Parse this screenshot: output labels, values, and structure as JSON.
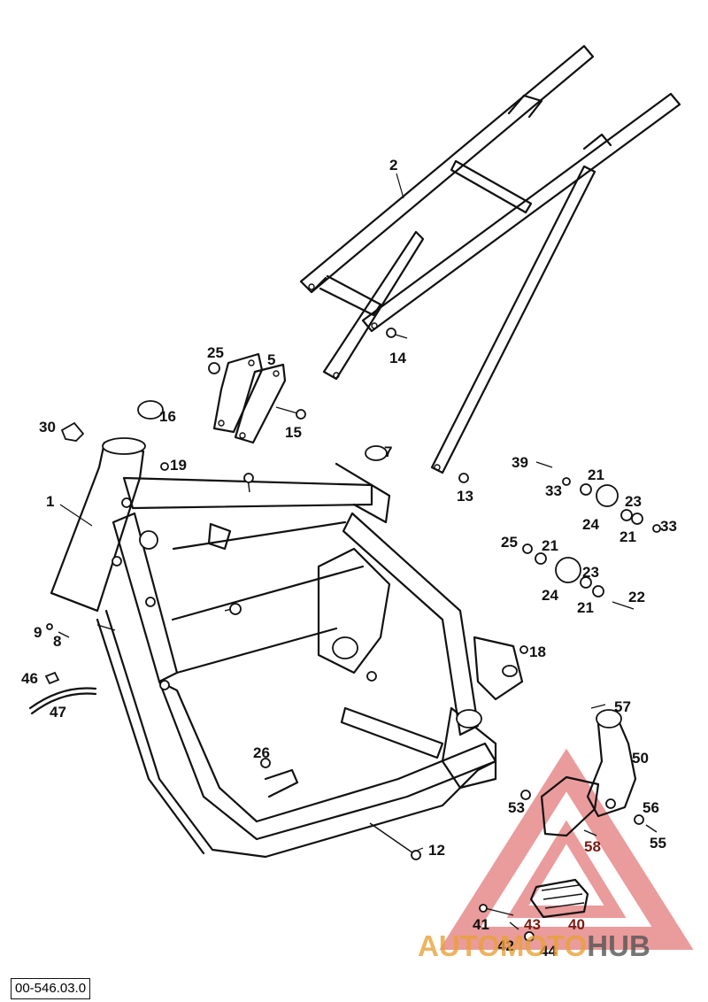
{
  "reference_code": "00-546.03.0",
  "watermark": {
    "part1": "AUTOMOTO",
    "part2": "HUB",
    "color_main": "#e8a23a",
    "color_hub": "#555555",
    "triangle_color": "#d94a4a"
  },
  "labels": [
    {
      "id": "1",
      "text": "1"
    },
    {
      "id": "2",
      "text": "2"
    },
    {
      "id": "5",
      "text": "5"
    },
    {
      "id": "7",
      "text": "7"
    },
    {
      "id": "8",
      "text": "8"
    },
    {
      "id": "9",
      "text": "9"
    },
    {
      "id": "12",
      "text": "12"
    },
    {
      "id": "13",
      "text": "13"
    },
    {
      "id": "14",
      "text": "14"
    },
    {
      "id": "15",
      "text": "15"
    },
    {
      "id": "16",
      "text": "16"
    },
    {
      "id": "18",
      "text": "18"
    },
    {
      "id": "19",
      "text": "19"
    },
    {
      "id": "21a",
      "text": "21"
    },
    {
      "id": "21b",
      "text": "21"
    },
    {
      "id": "21c",
      "text": "21"
    },
    {
      "id": "21d",
      "text": "21"
    },
    {
      "id": "22",
      "text": "22"
    },
    {
      "id": "23a",
      "text": "23"
    },
    {
      "id": "23b",
      "text": "23"
    },
    {
      "id": "24a",
      "text": "24"
    },
    {
      "id": "24b",
      "text": "24"
    },
    {
      "id": "25a",
      "text": "25"
    },
    {
      "id": "25b",
      "text": "25"
    },
    {
      "id": "26",
      "text": "26"
    },
    {
      "id": "30",
      "text": "30"
    },
    {
      "id": "33a",
      "text": "33"
    },
    {
      "id": "33b",
      "text": "33"
    },
    {
      "id": "39",
      "text": "39"
    },
    {
      "id": "40",
      "text": "40"
    },
    {
      "id": "41",
      "text": "41"
    },
    {
      "id": "42",
      "text": "42"
    },
    {
      "id": "43",
      "text": "43"
    },
    {
      "id": "44",
      "text": "44"
    },
    {
      "id": "46",
      "text": "46"
    },
    {
      "id": "47",
      "text": "47"
    },
    {
      "id": "50",
      "text": "50"
    },
    {
      "id": "53",
      "text": "53"
    },
    {
      "id": "55",
      "text": "55"
    },
    {
      "id": "56",
      "text": "56"
    },
    {
      "id": "57",
      "text": "57"
    },
    {
      "id": "58",
      "text": "58"
    }
  ]
}
